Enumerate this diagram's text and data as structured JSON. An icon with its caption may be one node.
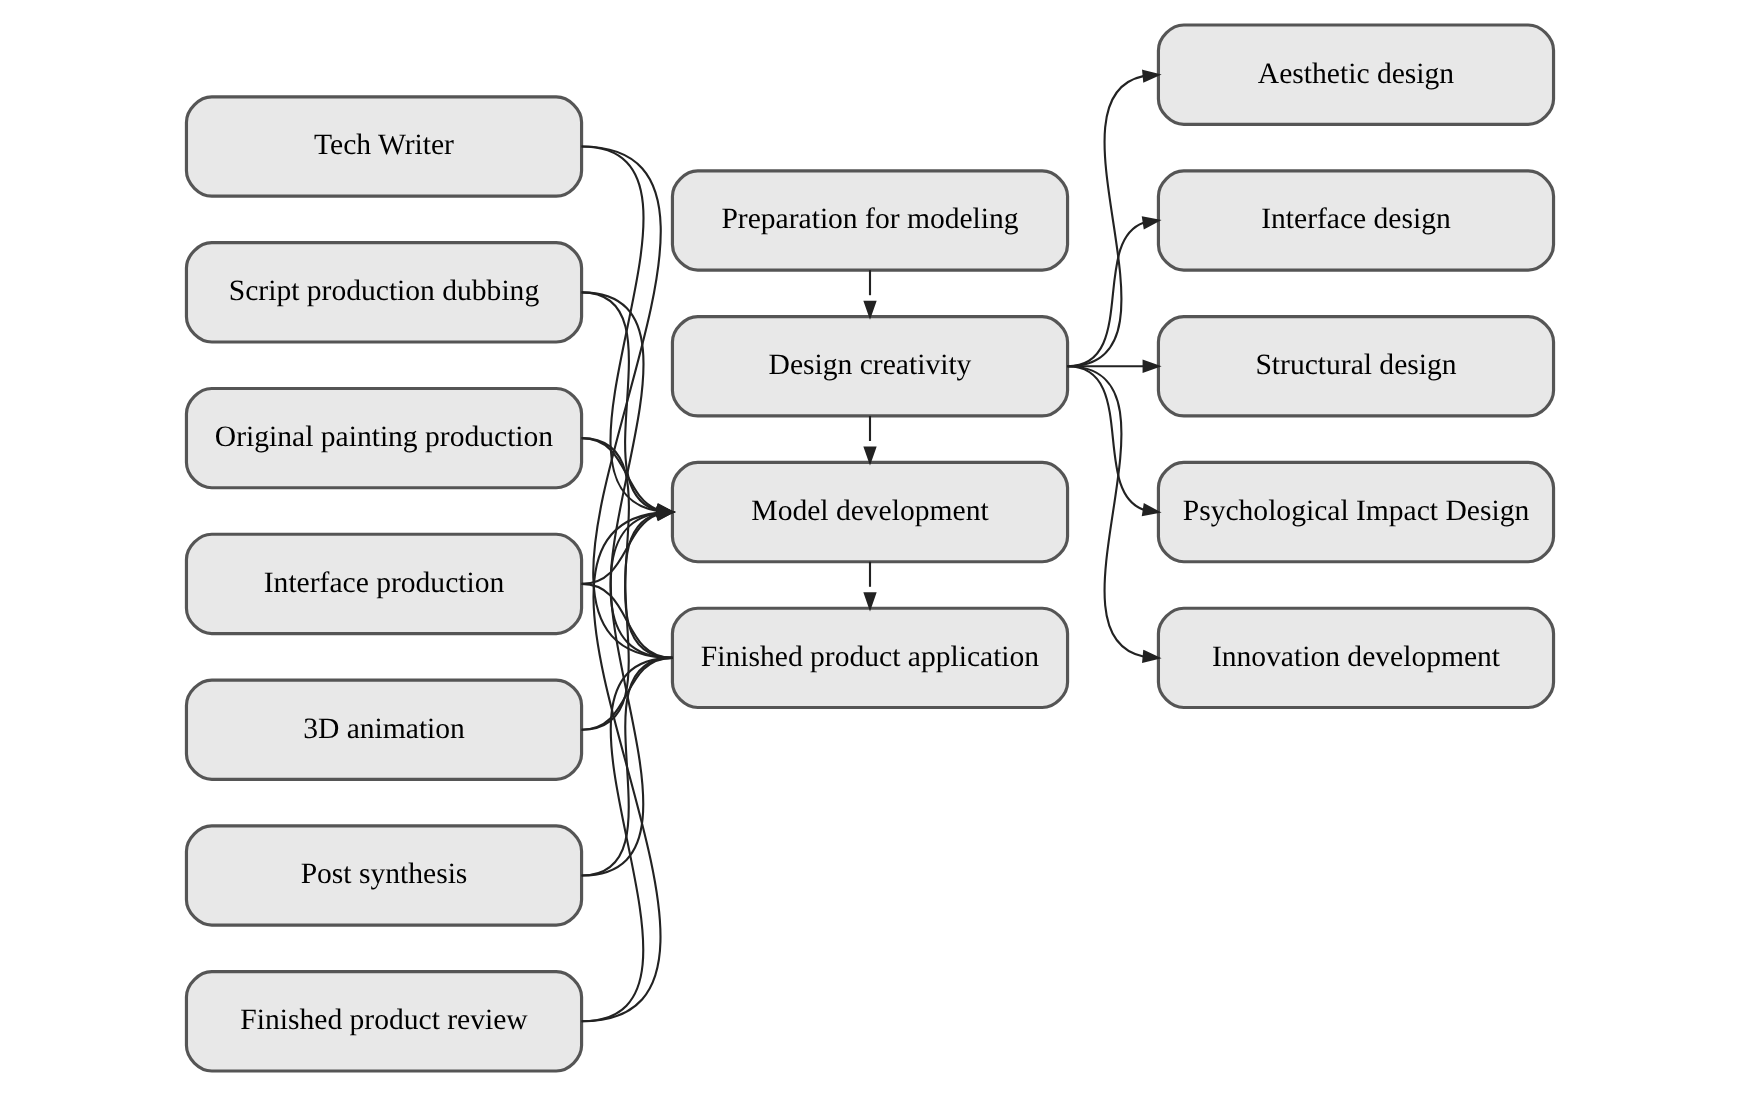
{
  "diagram": {
    "nodes": [
      {
        "text": [
          "Tech Writer"
        ]
      },
      {
        "text": [
          "Script production dubbing"
        ]
      },
      {
        "text": [
          "Original painting production"
        ]
      },
      {
        "text": [
          "Interface production"
        ]
      },
      {
        "text": [
          "3D animation"
        ]
      },
      {
        "text": [
          "Post synthesis"
        ]
      },
      {
        "text": [
          "Finished product review"
        ]
      },
      {
        "text": [
          "Preparation for modeling"
        ]
      },
      {
        "text": [
          "Design creativity"
        ]
      },
      {
        "text": [
          "Model development"
        ]
      },
      {
        "text": [
          "Finished product application"
        ]
      },
      {
        "text": [
          "Aesthetic design"
        ]
      },
      {
        "text": [
          "Interface design"
        ]
      },
      {
        "text": [
          "Structural design"
        ]
      },
      {
        "text": [
          "Psychological Impact Design"
        ]
      },
      {
        "text": [
          "Innovation development"
        ]
      }
    ],
    "edges": [
      {
        "from": 0,
        "to": 9,
        "arrow": "to"
      },
      {
        "from": 1,
        "to": 9,
        "arrow": "to"
      },
      {
        "from": 2,
        "to": 9,
        "arrow": "to"
      },
      {
        "from": 3,
        "to": 9,
        "arrow": "to"
      },
      {
        "from": 4,
        "to": 9,
        "arrow": "to"
      },
      {
        "from": 5,
        "to": 9,
        "arrow": "to"
      },
      {
        "from": 6,
        "to": 9,
        "arrow": "to"
      },
      {
        "from": 0,
        "to": 10,
        "arrow": "none"
      },
      {
        "from": 1,
        "to": 10,
        "arrow": "none"
      },
      {
        "from": 2,
        "to": 10,
        "arrow": "none"
      },
      {
        "from": 3,
        "to": 10,
        "arrow": "none"
      },
      {
        "from": 4,
        "to": 10,
        "arrow": "none"
      },
      {
        "from": 5,
        "to": 10,
        "arrow": "none"
      },
      {
        "from": 6,
        "to": 10,
        "arrow": "none"
      },
      {
        "from": 7,
        "to": 8,
        "arrow": "to"
      },
      {
        "from": 8,
        "to": 9,
        "arrow": "to"
      },
      {
        "from": 9,
        "to": 10,
        "arrow": "to"
      },
      {
        "from": 8,
        "to": 11,
        "arrow": "to"
      },
      {
        "from": 8,
        "to": 12,
        "arrow": "to"
      },
      {
        "from": 8,
        "to": 13,
        "arrow": "to"
      },
      {
        "from": 8,
        "to": 14,
        "arrow": "to"
      },
      {
        "from": 8,
        "to": 15,
        "arrow": "to"
      }
    ]
  }
}
